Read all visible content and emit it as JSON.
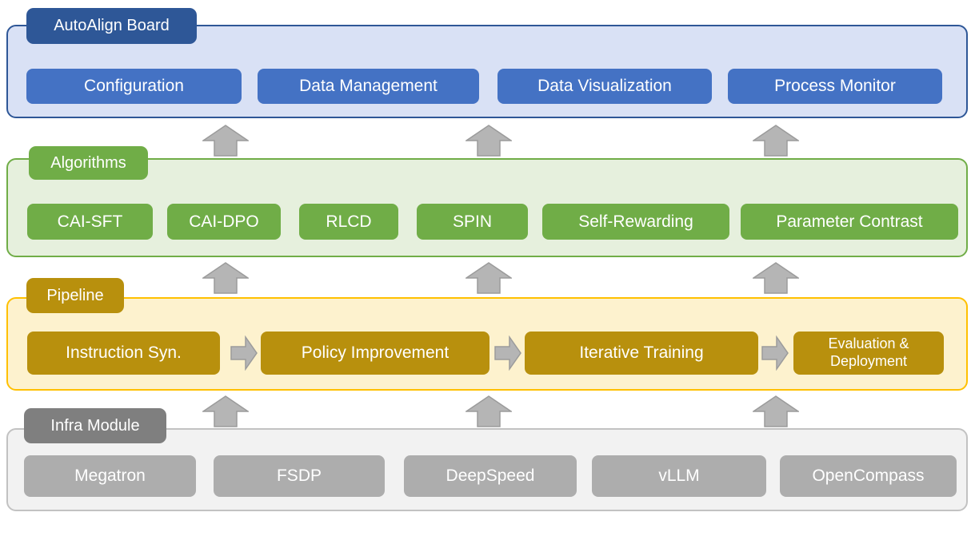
{
  "layers": [
    {
      "tab": "AutoAlign Board",
      "items": [
        "Configuration",
        "Data Management",
        "Data Visualization",
        "Process Monitor"
      ],
      "colors": {
        "tab_bg": "#2E5797",
        "item_bg": "#4472C4",
        "panel_bg": "#D9E1F5",
        "panel_border": "#2E5797",
        "text": "#FFFFFF"
      }
    },
    {
      "tab": "Algorithms",
      "items": [
        "CAI-SFT",
        "CAI-DPO",
        "RLCD",
        "SPIN",
        "Self-Rewarding",
        "Parameter Contrast"
      ],
      "colors": {
        "tab_bg": "#70AD47",
        "item_bg": "#70AD47",
        "panel_bg": "#E6F0DD",
        "panel_border": "#70AD47",
        "text": "#FFFFFF"
      }
    },
    {
      "tab": "Pipeline",
      "items": [
        "Instruction Syn.",
        "Policy Improvement",
        "Iterative Training",
        "Evaluation & Deployment"
      ],
      "colors": {
        "tab_bg": "#B8900D",
        "item_bg": "#B8900D",
        "panel_bg": "#FDF2CE",
        "panel_border": "#FFC000",
        "text": "#FFFFFF"
      }
    },
    {
      "tab": "Infra Module",
      "items": [
        "Megatron",
        "FSDP",
        "DeepSpeed",
        "vLLM",
        "OpenCompass"
      ],
      "colors": {
        "tab_bg": "#7F7F7F",
        "item_bg": "#ADADAD",
        "panel_bg": "#F2F2F2",
        "panel_border": "#C2C2C2",
        "text": "#FFFFFF"
      }
    }
  ],
  "arrows": {
    "up_arrow_count": 9,
    "right_arrow_count": 3,
    "fill": "#B5B5B5",
    "stroke": "#9B9B9B"
  }
}
